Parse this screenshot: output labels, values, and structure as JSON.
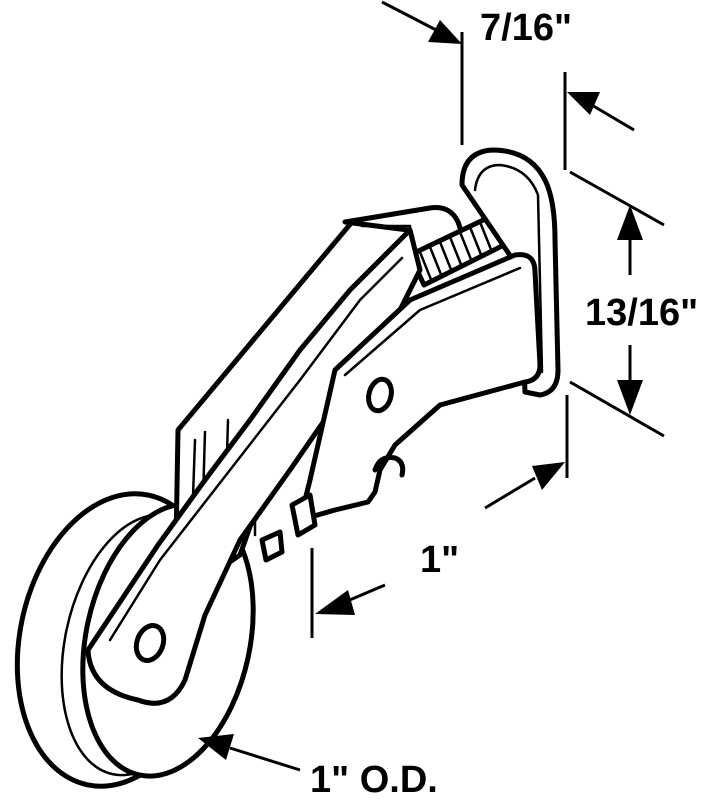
{
  "diagram": {
    "dimensions": {
      "width_top": "7/16\"",
      "height_side": "13/16\"",
      "length_bottom": "1\"",
      "wheel_od": "1\" O.D."
    },
    "colors": {
      "line": "#000000",
      "background": "#ffffff"
    }
  }
}
